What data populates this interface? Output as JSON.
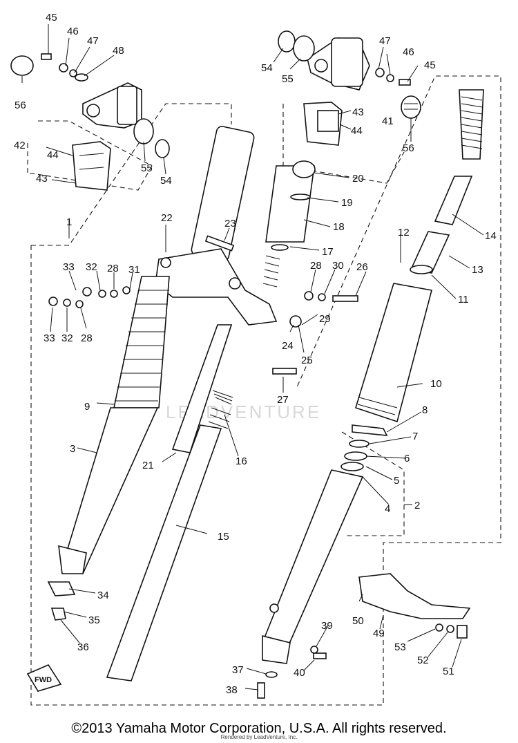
{
  "diagram": {
    "labels": [
      "45",
      "46",
      "47",
      "48",
      "56",
      "42",
      "44",
      "43",
      "55",
      "54",
      "47",
      "46",
      "45",
      "54",
      "55",
      "43",
      "41",
      "44",
      "56",
      "20",
      "19",
      "18",
      "17",
      "1",
      "22",
      "23",
      "12",
      "14",
      "13",
      "11",
      "33",
      "32",
      "28",
      "31",
      "28",
      "30",
      "26",
      "29",
      "33",
      "32",
      "28",
      "24",
      "25",
      "9",
      "27",
      "10",
      "8",
      "7",
      "6",
      "5",
      "4",
      "2",
      "3",
      "21",
      "16",
      "15",
      "34",
      "35",
      "36",
      "50",
      "49",
      "53",
      "52",
      "51",
      "39",
      "40",
      "37",
      "38"
    ],
    "watermark": "LEADVENTURE",
    "fwd_mark": "FWD"
  },
  "footer": {
    "copyright": "©2013 Yamaha Motor Corporation, U.S.A. All rights reserved.",
    "rendered_by": "Rendered by LeadVenture, Inc."
  }
}
